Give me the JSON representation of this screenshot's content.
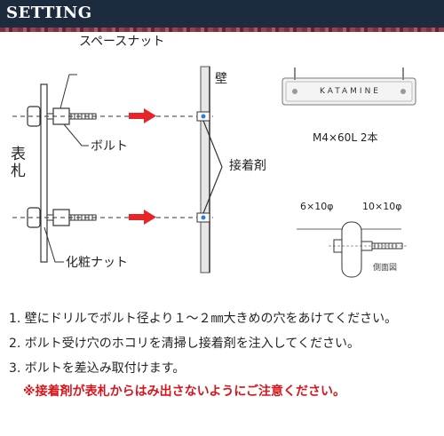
{
  "header": {
    "title": "SETTING"
  },
  "diagram": {
    "label_spacer_nut": "スペースナット",
    "label_bolt": "ボルト",
    "label_nameplate": "表札",
    "label_cap_nut": "化粧ナット",
    "label_wall": "壁",
    "label_adhesive": "接着剤",
    "product_caption": "M4×60L 2本",
    "product_brand": "KATAMINE",
    "dim_left": "6×10φ",
    "dim_right": "10×10φ",
    "side_view": "側面図"
  },
  "instructions": {
    "step1": "1. 壁にドリルでボルト径より１～２㎜大きめの穴をあけてください。",
    "step2": "2. ボルト受け穴のホコリを清掃し接着剤を注入してください。",
    "step3": "3. ボルトを差込み取付けます。",
    "warning": "※接着剤が表札からはみ出さないようにご注意ください。"
  },
  "colors": {
    "header_bg": "#1d2b3e",
    "arrow": "#e8232a",
    "warning": "#d9151b",
    "wall": "#e7e7e7"
  }
}
